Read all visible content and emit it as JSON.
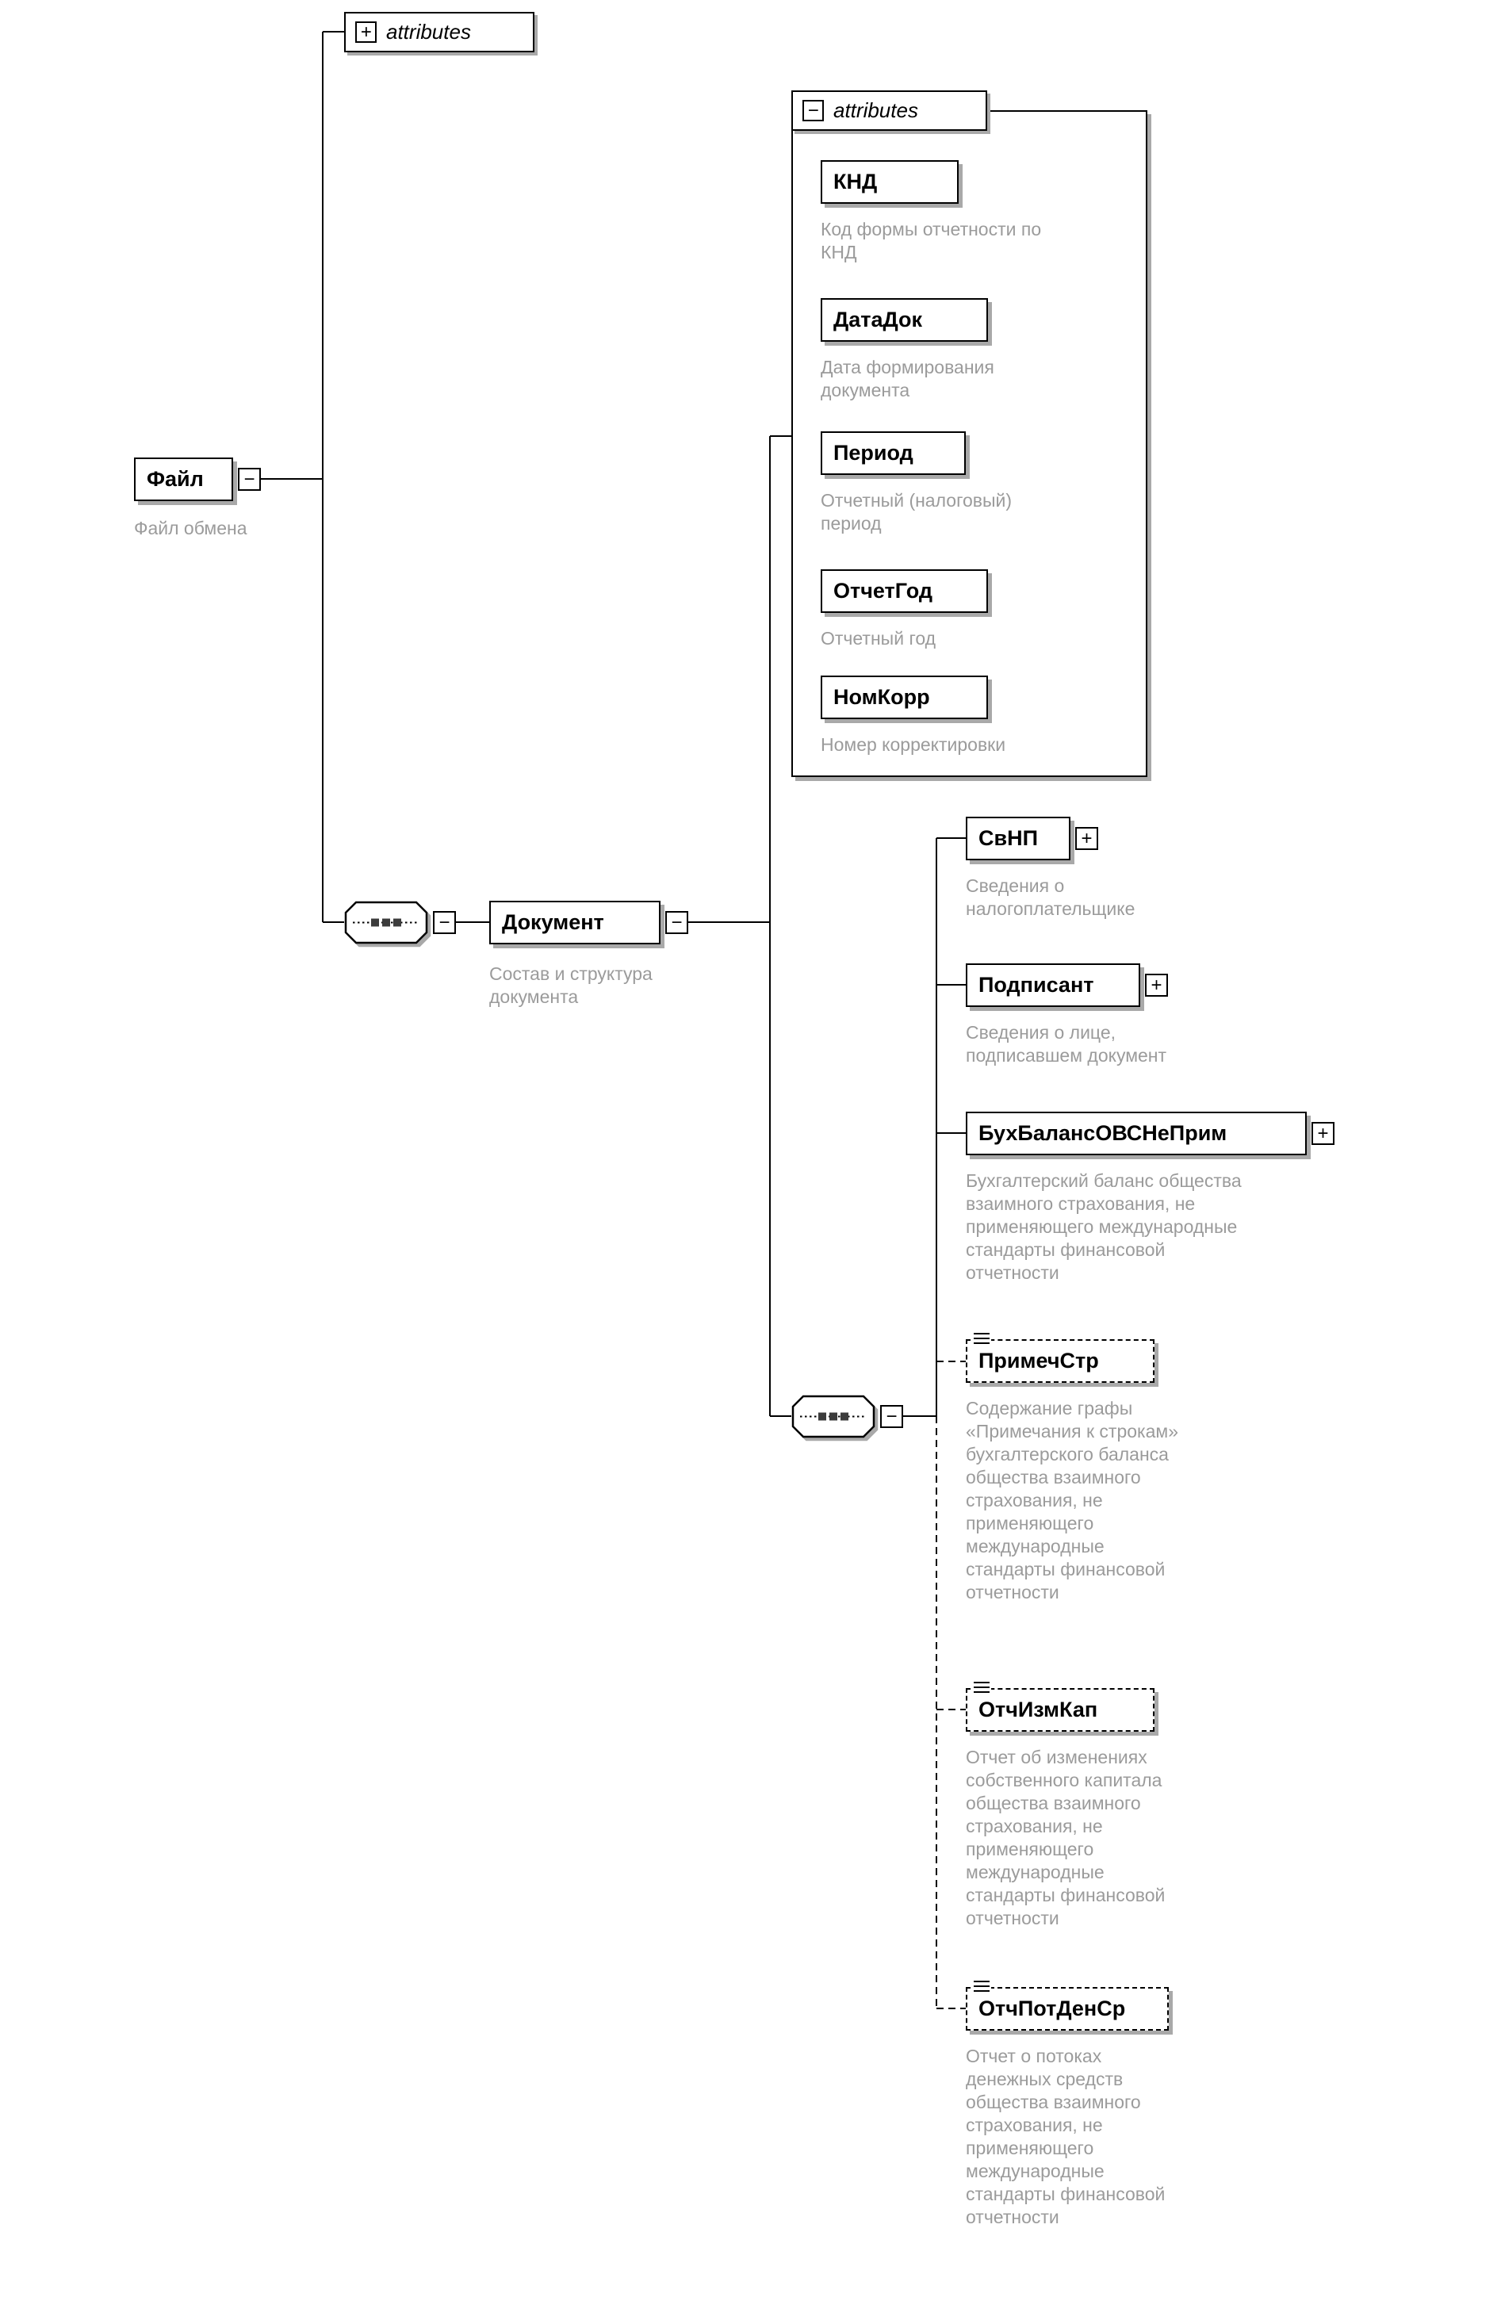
{
  "icons": {
    "expand": "+",
    "collapse": "−"
  },
  "attributes_top": {
    "label": "attributes"
  },
  "root": {
    "name": "Файл",
    "caption": "Файл обмена"
  },
  "document": {
    "name": "Документ",
    "caption": "Состав и структура\nдокумента"
  },
  "attributes_group": {
    "label": "attributes",
    "items": [
      {
        "name": "КНД",
        "caption": "Код формы отчетности по\nКНД"
      },
      {
        "name": "ДатаДок",
        "caption": "Дата формирования\nдокумента"
      },
      {
        "name": "Период",
        "caption": "Отчетный (налоговый)\nпериод"
      },
      {
        "name": "ОтчетГод",
        "caption": "Отчетный год"
      },
      {
        "name": "НомКорр",
        "caption": "Номер корректировки"
      }
    ]
  },
  "children": [
    {
      "name": "СвНП",
      "optional": false,
      "caption": "Сведения о\nналогоплательщике"
    },
    {
      "name": "Подписант",
      "optional": false,
      "caption": "Сведения о лице,\nподписавшем документ"
    },
    {
      "name": "БухБалансОВСНеПрим",
      "optional": false,
      "caption": "Бухгалтерский баланс общества\nвзаимного страхования, не\nприменяющего международные\nстандарты финансовой\nотчетности"
    },
    {
      "name": "ПримечСтр",
      "optional": true,
      "caption": "Содержание графы\n«Примечания к строкам»\nбухгалтерского баланса\nобщества взаимного\nстрахования, не\nприменяющего\nмеждународные\nстандарты финансовой\nотчетности"
    },
    {
      "name": "ОтчИзмКап",
      "optional": true,
      "caption": "Отчет об изменениях\nсобственного капитала\nобщества взаимного\nстрахования, не\nприменяющего\nмеждународные\nстандарты финансовой\nотчетности"
    },
    {
      "name": "ОтчПотДенСр",
      "optional": true,
      "caption": "Отчет о потоках\nденежных средств\nобщества взаимного\nстрахования, не\nприменяющего\nмеждународные\nстандарты финансовой\nотчетности"
    }
  ]
}
